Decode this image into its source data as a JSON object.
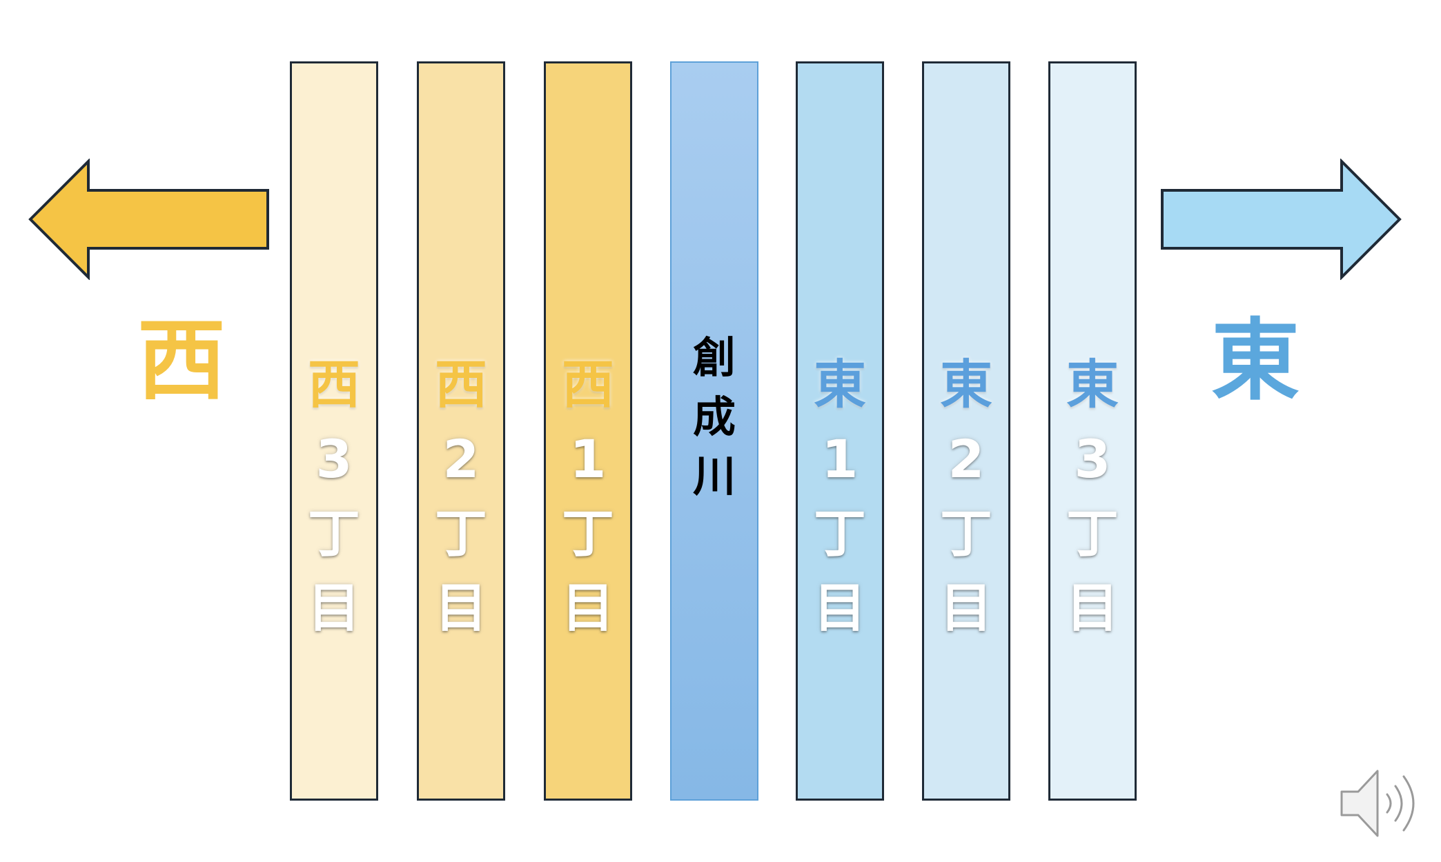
{
  "west": {
    "label": "西",
    "color": "#f5c445",
    "columns": [
      {
        "top": "西",
        "num": "3",
        "chome1": "丁",
        "chome2": "目",
        "fill": "#fcf0d2",
        "topColor": "#f5c445"
      },
      {
        "top": "西",
        "num": "2",
        "chome1": "丁",
        "chome2": "目",
        "fill": "#f9e1a7",
        "topColor": "#f5c445"
      },
      {
        "top": "西",
        "num": "1",
        "chome1": "丁",
        "chome2": "目",
        "fill": "#f6d47a",
        "topColor": "#f5c445"
      }
    ]
  },
  "river": {
    "chars": [
      "創",
      "成",
      "川"
    ]
  },
  "east": {
    "label": "東",
    "color": "#5ba7dd",
    "columns": [
      {
        "top": "東",
        "num": "1",
        "chome1": "丁",
        "chome2": "目",
        "fill": "#b3dbf1",
        "topColor": "#5b9fdc"
      },
      {
        "top": "東",
        "num": "2",
        "chome1": "丁",
        "chome2": "目",
        "fill": "#d2e8f5",
        "topColor": "#5b9fdc"
      },
      {
        "top": "東",
        "num": "3",
        "chome1": "丁",
        "chome2": "目",
        "fill": "#e3f1f9",
        "topColor": "#5b9fdc"
      }
    ]
  },
  "icons": {
    "audio": "speaker-icon"
  }
}
